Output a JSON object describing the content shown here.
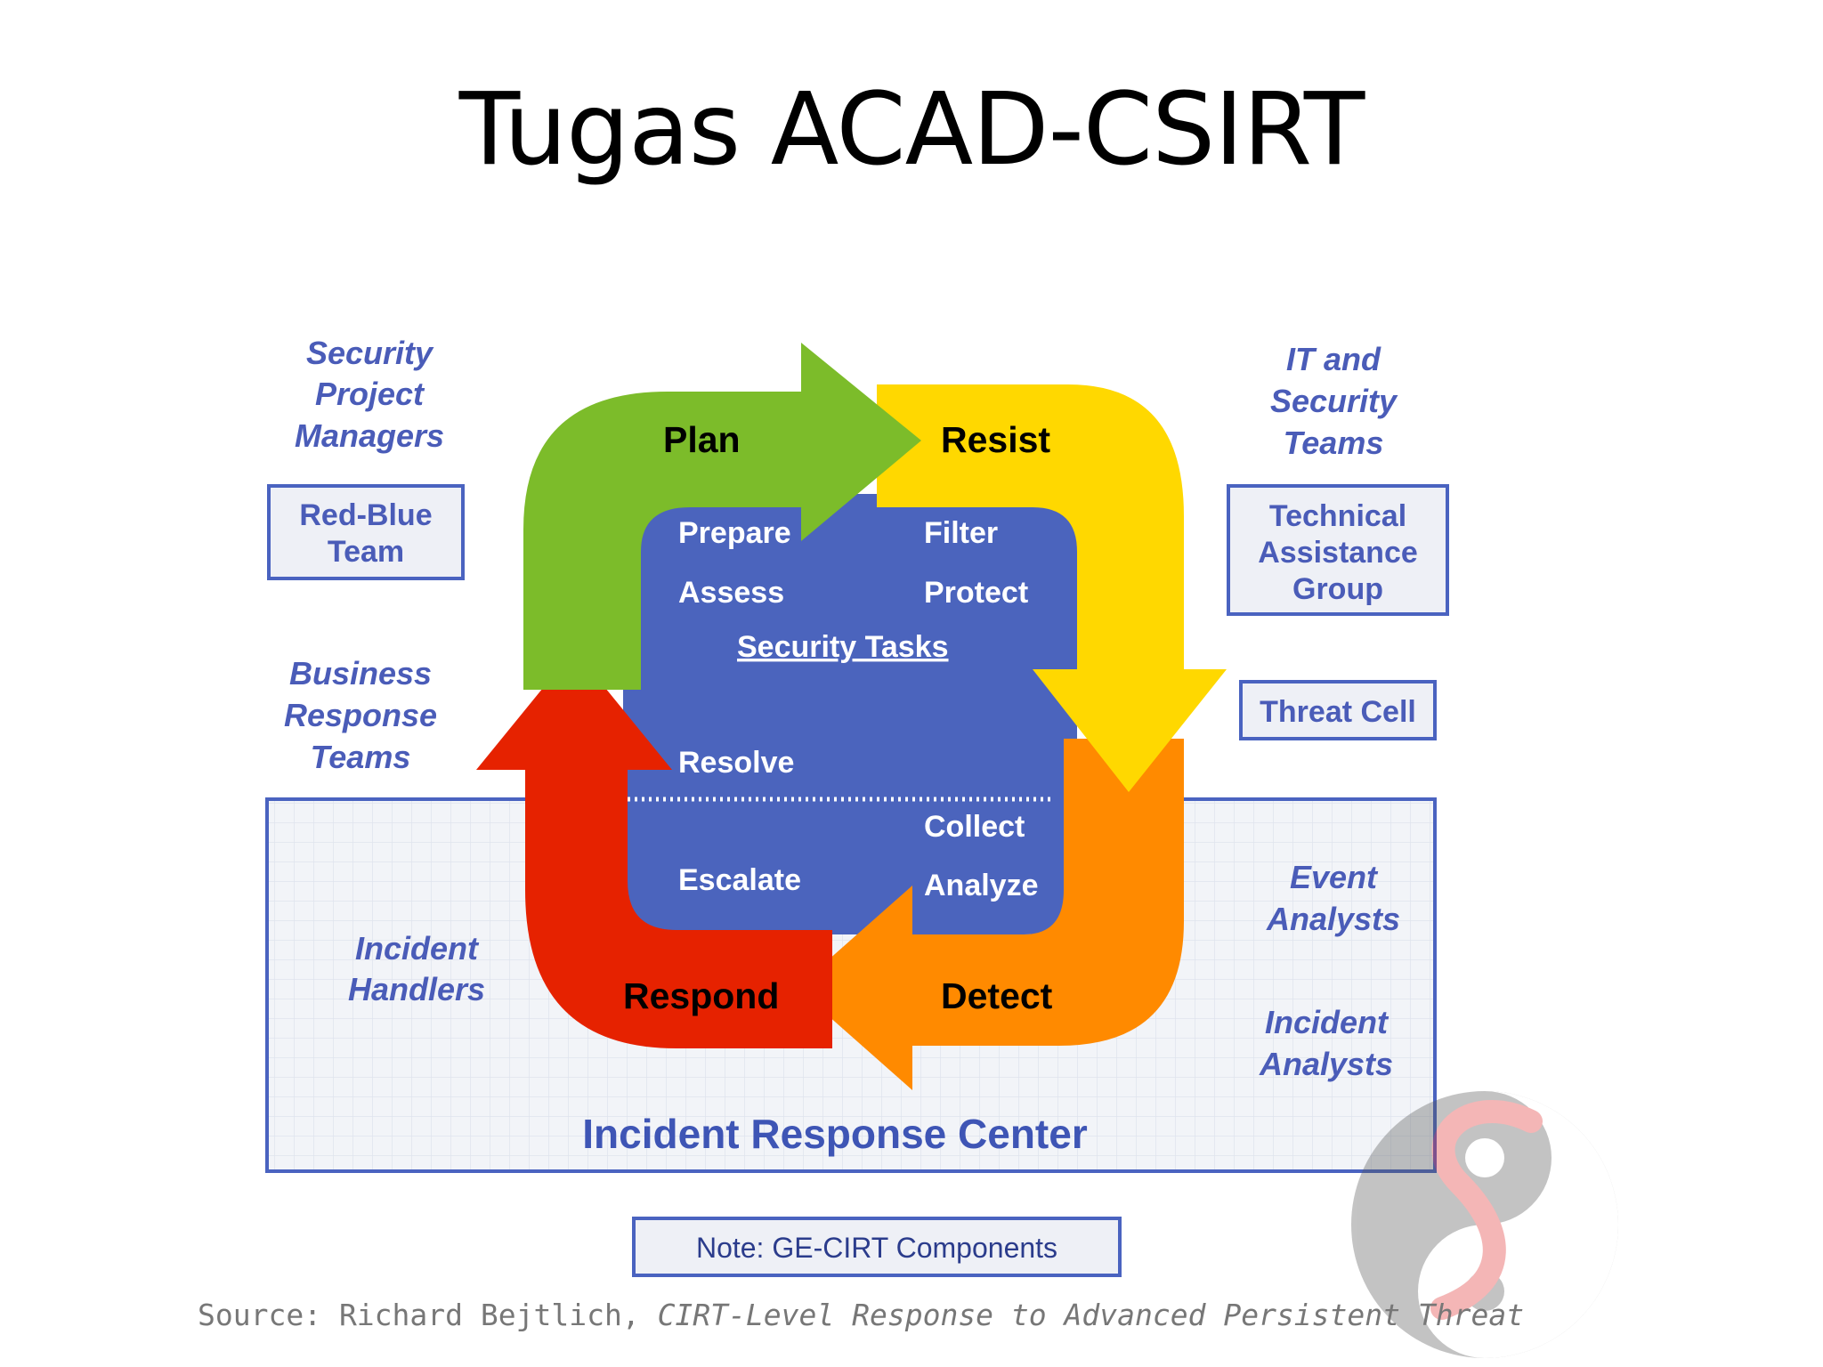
{
  "slide": {
    "title": "Tugas ACAD-CSIRT"
  },
  "diagram": {
    "phases": {
      "plan": "Plan",
      "resist": "Resist",
      "detect": "Detect",
      "respond": "Respond"
    },
    "tasks": {
      "prepare": "Prepare",
      "assess": "Assess",
      "filter": "Filter",
      "protect": "Protect",
      "security_tasks": "Security Tasks",
      "resolve": "Resolve",
      "collect": "Collect",
      "escalate": "Escalate",
      "analyze": "Analyze"
    },
    "roles": {
      "security_project_managers": [
        "Security",
        "Project",
        "Managers"
      ],
      "business_response_teams": [
        "Business",
        "Response",
        "Teams"
      ],
      "it_security_teams": [
        "IT and",
        "Security",
        "Teams"
      ],
      "incident_handlers": [
        "Incident",
        "Handlers"
      ],
      "event_analysts": [
        "Event",
        "Analysts"
      ],
      "incident_analysts": [
        "Incident",
        "Analysts"
      ]
    },
    "boxes": {
      "red_blue_team": [
        "Red-Blue",
        "Team"
      ],
      "technical_assistance_group": [
        "Technical",
        "Assistance",
        "Group"
      ],
      "threat_cell": "Threat Cell"
    },
    "center_label": "Incident Response Center",
    "note": "Note: GE-CIRT Components",
    "source_prefix": "Source: Richard Bejtlich, ",
    "source_title": "CIRT-Level Response to Advanced Persistent Threat"
  },
  "colors": {
    "green": "#7cbc2a",
    "yellow": "#ffd800",
    "orange": "#ff8a00",
    "red": "#e62200",
    "core_blue": "#4b64bd",
    "label_blue": "#4a5cb8",
    "box_border": "#4a63c0"
  }
}
